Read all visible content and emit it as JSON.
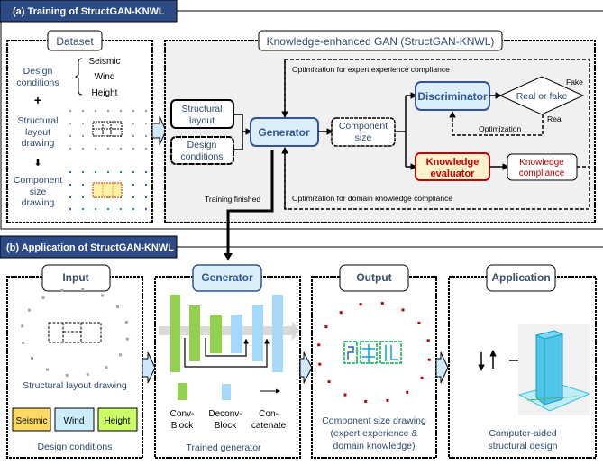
{
  "training": {
    "header": "(a) Training of StructGAN-KNWL",
    "dataset": {
      "title": "Dataset",
      "design_conditions": [
        "Design",
        "conditions"
      ],
      "conditions": [
        "Seismic",
        "Wind",
        "Height"
      ],
      "plus": "+",
      "layout_drawing": [
        "Structural",
        "layout",
        "drawing"
      ],
      "down_arrow": "⬇",
      "component_drawing": [
        "Component",
        "size",
        "drawing"
      ]
    },
    "gan": {
      "title": "Knowledge-enhanced GAN (StructGAN-KNWL)",
      "opt_expert": "Optimization for expert experience compliance",
      "opt_domain": "Optimization for domain knowledge compliance",
      "input_layout": [
        "Structural",
        "layout"
      ],
      "input_conditions": [
        "Design",
        "conditions"
      ],
      "generator": "Generator",
      "component_size": [
        "Component",
        "size"
      ],
      "discriminator": "Discriminator",
      "real_or_fake": "Real or fake",
      "fake": "Fake",
      "real": "Real",
      "optimization": "Optimization",
      "knowledge_evaluator": [
        "Knowledge",
        "evaluator"
      ],
      "knowledge_compliance": [
        "Knowledge",
        "compliance"
      ]
    },
    "training_finished": "Training finished"
  },
  "application": {
    "header": "(b) Application of  StructGAN-KNWL",
    "input": {
      "title": "Input",
      "layout_caption": "Structural layout drawing",
      "conditions": [
        {
          "label": "Seismic",
          "color": "#ffd966"
        },
        {
          "label": "Wind",
          "color": "#ccecff"
        },
        {
          "label": "Height",
          "color": "#ccff66"
        }
      ],
      "conditions_caption": "Design conditions"
    },
    "generator": {
      "title": "Generator",
      "legend": [
        [
          "Conv-",
          "Block"
        ],
        [
          "Deconv-",
          "Block"
        ],
        [
          "Con-",
          "catenate"
        ]
      ],
      "caption": "Trained generator"
    },
    "output": {
      "title": "Output",
      "caption": [
        "Component size drawing",
        "(expert experience &",
        "domain knowledge)"
      ]
    },
    "app": {
      "title": "Application",
      "caption": [
        "Computer-aided",
        "structural design"
      ]
    }
  },
  "colors": {
    "header": "#2b4a86",
    "conv_block": "#92d050",
    "deconv_block": "#a6d8fa",
    "evaluator_border": "#c00000",
    "generator_fill": "#ddeefb"
  }
}
